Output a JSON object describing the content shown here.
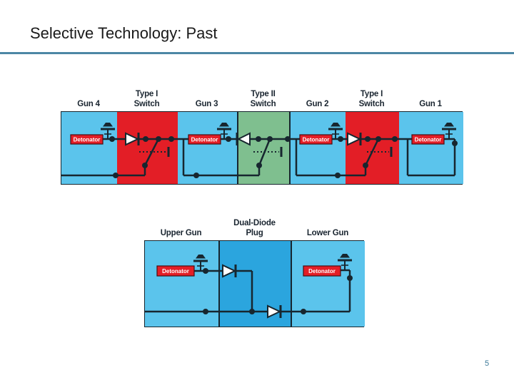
{
  "page": {
    "title": "Selective Technology: Past",
    "page_number": "5"
  },
  "colors": {
    "divider_teal": "#4c87a5",
    "gun_blue": "#5bc4ec",
    "switch_red": "#e31e26",
    "switch_green": "#7fbf8f",
    "plug_blue": "#2ba5de",
    "wire_navy": "#17262f",
    "detonator_red": "#e31e26",
    "detonator_text": "#ffffff",
    "label_navy": "#1a2530",
    "page_number_teal": "#3d7a99"
  },
  "top_diagram": {
    "detonator_label": "Detonator",
    "labels": [
      {
        "line1": "",
        "line2": "Gun 4"
      },
      {
        "line1": "Type I",
        "line2": "Switch"
      },
      {
        "line1": "",
        "line2": "Gun 3"
      },
      {
        "line1": "Type II",
        "line2": "Switch"
      },
      {
        "line1": "",
        "line2": "Gun 2"
      },
      {
        "line1": "Type I",
        "line2": "Switch"
      },
      {
        "line1": "",
        "line2": "Gun 1"
      }
    ]
  },
  "bottom_diagram": {
    "detonator_label": "Detonator",
    "labels": [
      {
        "line1": "",
        "line2": "Upper Gun"
      },
      {
        "line1": "Dual-Diode",
        "line2": "Plug"
      },
      {
        "line1": "",
        "line2": "Lower Gun"
      }
    ]
  }
}
